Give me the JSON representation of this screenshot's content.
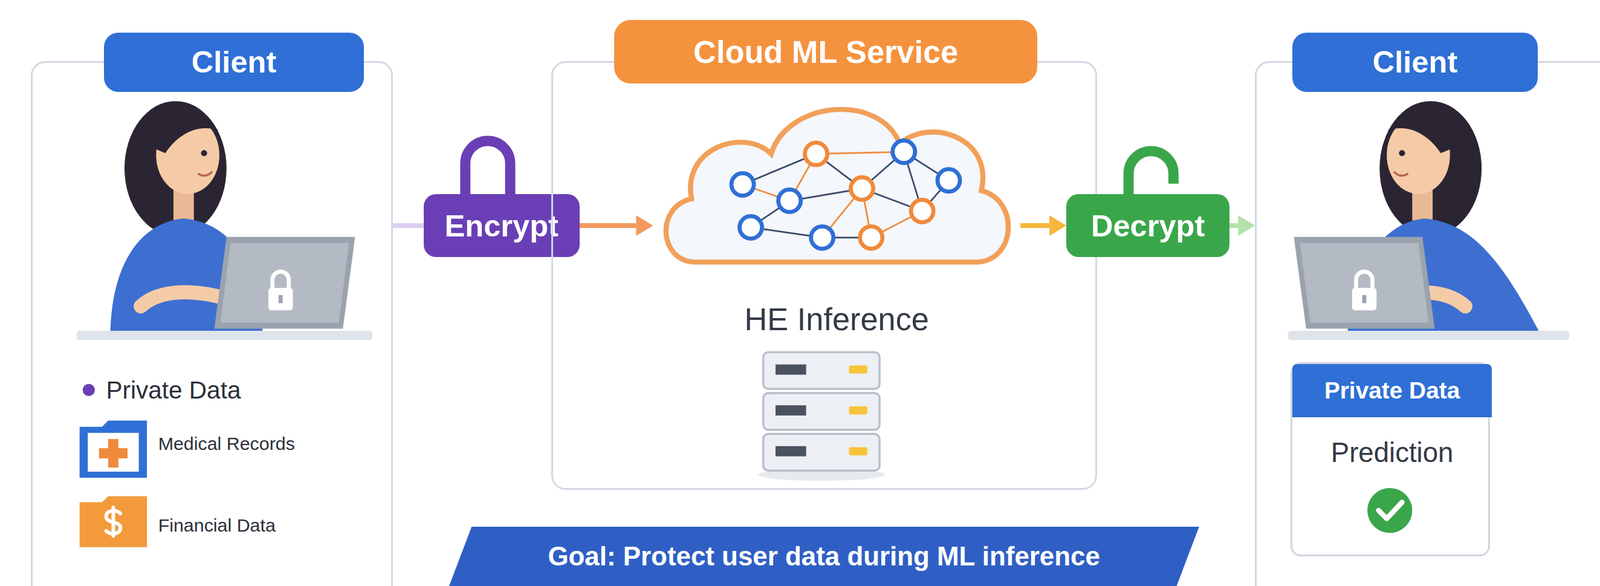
{
  "diagram": {
    "nodes": [
      {
        "text": [
          "Client"
        ]
      },
      {
        "text": [
          "Encrypt"
        ]
      },
      {
        "text": [
          "Cloud ML Service"
        ]
      },
      {
        "text": [
          "HE Inference"
        ],
        "in": 2
      },
      {
        "text": [
          "Decrypt"
        ]
      },
      {
        "text": [
          "Client"
        ]
      },
      {
        "text": [
          "Private Data",
          "Prediction"
        ],
        "in": 5
      },
      {
        "text": [
          "Goal: Protect user data during ML inference"
        ]
      }
    ],
    "edges": [
      {
        "from": 0,
        "to": 1,
        "arrow": "none"
      },
      {
        "from": 1,
        "to": 3,
        "arrow": "to"
      },
      {
        "from": 3,
        "to": 4,
        "arrow": "to"
      },
      {
        "from": 4,
        "to": 5,
        "arrow": "to"
      }
    ],
    "labels": [
      "Private Data",
      "Medical Records",
      "Financial Data"
    ]
  }
}
